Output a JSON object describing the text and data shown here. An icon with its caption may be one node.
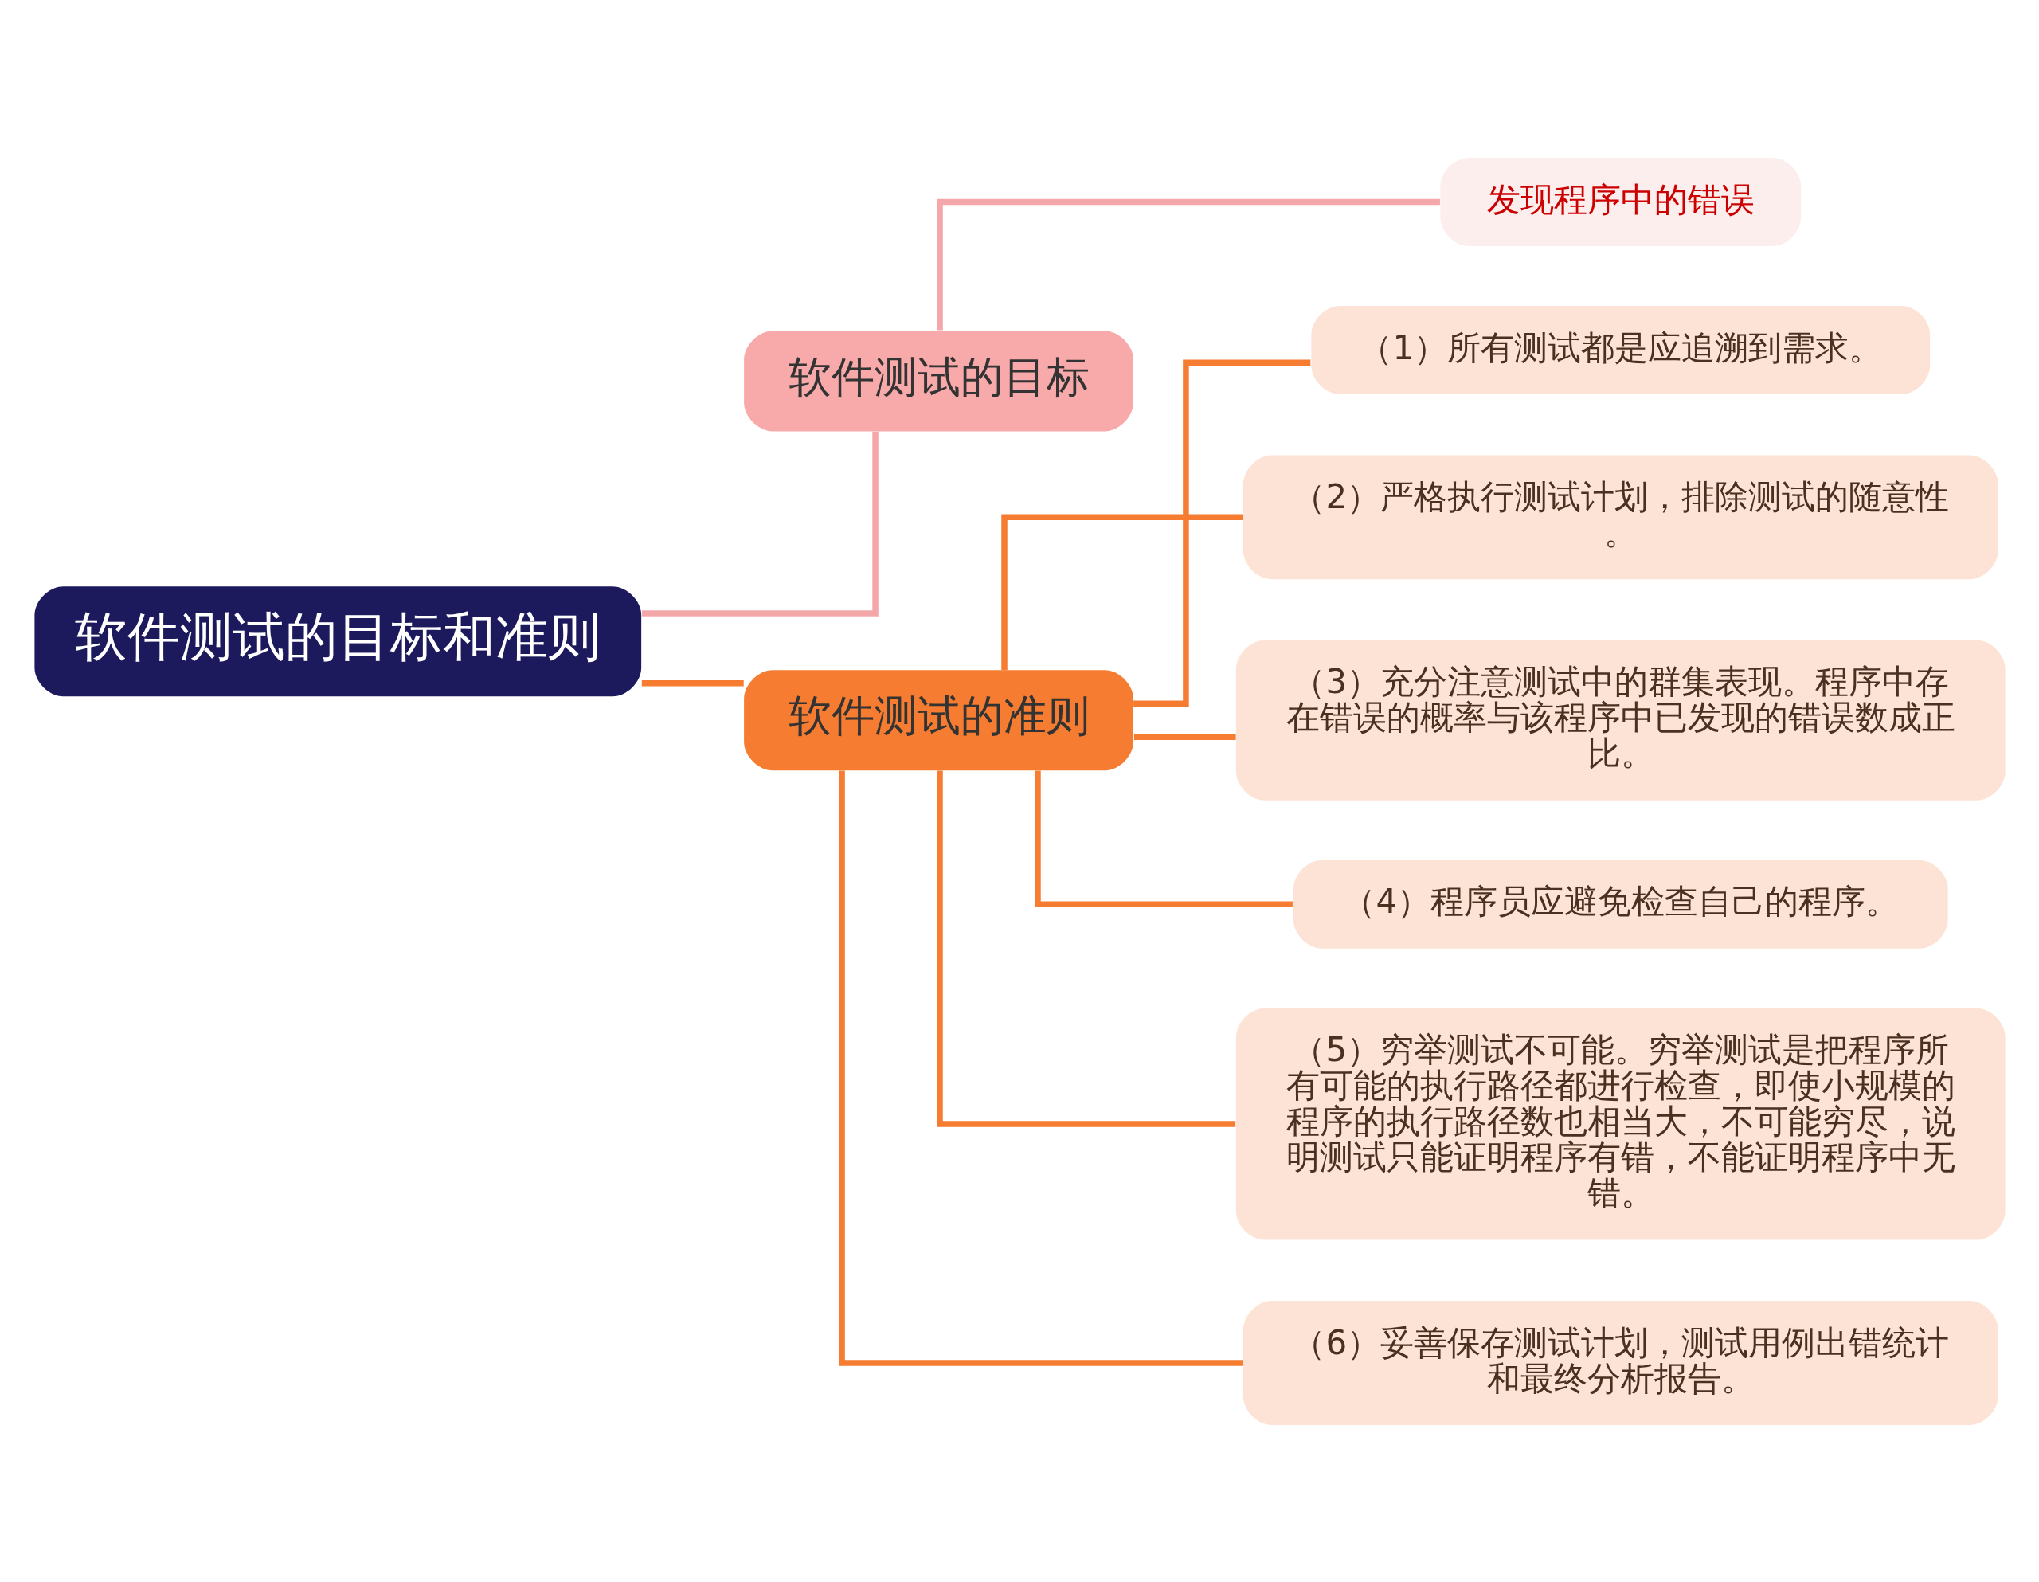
{
  "diagram": {
    "nodes": [
      {
        "text": [
          "软件测试的目标和准则"
        ]
      },
      {
        "text": [
          "软件测试的目标"
        ]
      },
      {
        "text": [
          "发现程序中的错误"
        ]
      },
      {
        "text": [
          "软件测试的准则"
        ]
      },
      {
        "text": [
          "（1）所有测试都是应追溯到需求。"
        ]
      },
      {
        "text": [
          "（2）严格执行测试计划，排除测试的随意性。"
        ]
      },
      {
        "text": [
          "（3）充分注意测试中的群集表现。程序中存在错误的概率与该程序中已发现的错误数成正比。"
        ]
      },
      {
        "text": [
          "（4）程序员应避免检查自己的程序。"
        ]
      },
      {
        "text": [
          "（5）穷举测试不可能。穷举测试是把程序所有可能的执行路径都进行检查，即使小规模的程序的执行路径数也相当大，不可能穷尽，说明测试只能证明程序有错，不能证明程序中无错。"
        ]
      },
      {
        "text": [
          "（6）妥善保存测试计划，测试用例出错统计和最终分析报告。"
        ]
      }
    ],
    "edges": [
      {
        "from": 0,
        "to": 1,
        "arrow": "none",
        "color": "#f4a7a9"
      },
      {
        "from": 1,
        "to": 2,
        "arrow": "none",
        "color": "#f4a7a9"
      },
      {
        "from": 0,
        "to": 3,
        "arrow": "none"
      },
      {
        "from": 3,
        "to": 4,
        "arrow": "none"
      },
      {
        "from": 3,
        "to": 5,
        "arrow": "none"
      },
      {
        "from": 3,
        "to": 6,
        "arrow": "none"
      },
      {
        "from": 3,
        "to": 7,
        "arrow": "none"
      },
      {
        "from": 3,
        "to": 8,
        "arrow": "none"
      },
      {
        "from": 3,
        "to": 9,
        "arrow": "none"
      }
    ]
  }
}
